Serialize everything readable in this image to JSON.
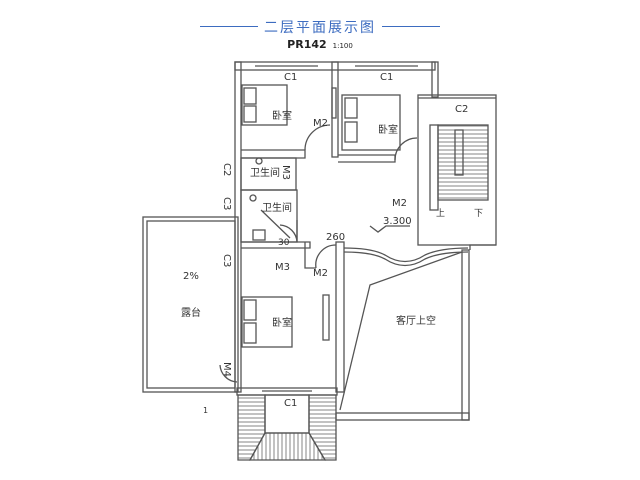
{
  "header": {
    "title": "二层平面展示图",
    "code": "PR142",
    "scale": "1:100"
  },
  "colors": {
    "title": "#3d6cc0",
    "lines": "#555555"
  },
  "labels": {
    "c1_a": "C1",
    "c1_b": "C1",
    "c1_c": "C1",
    "c2_stair": "C2",
    "c2_side": "C2",
    "c3_a": "C3",
    "c3_b": "C3",
    "m2_a": "M2",
    "m2_b": "M2",
    "m2_c": "M2",
    "m3_a": "M3",
    "m3_b": "M3",
    "m4": "M4",
    "bedroom_a": "卧室",
    "bedroom_b": "卧室",
    "bedroom_c": "卧室",
    "bath_a": "卫生间",
    "bath_b": "卫生间",
    "elevation": "3.300",
    "dim_260": "260",
    "dim_30": "30",
    "slope": "2%",
    "terrace": "露台",
    "living_void": "客厅上空",
    "up": "上",
    "down": "下",
    "mark_1": "1"
  }
}
